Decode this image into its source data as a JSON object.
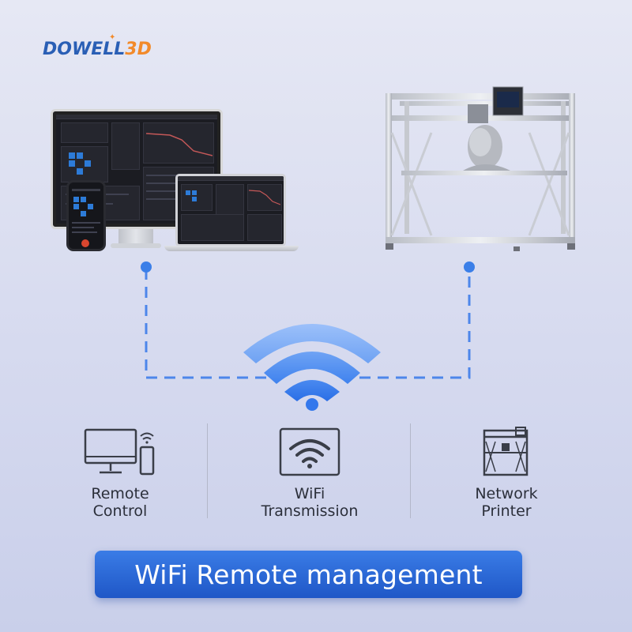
{
  "brand": {
    "logo_main": "DOWELL",
    "logo_accent": "3D",
    "accent_color": "#f28a2a",
    "primary_color": "#2a5fb5"
  },
  "diagram": {
    "line_color": "#4d86ea",
    "wifi_color": "#3b82f0"
  },
  "features": [
    {
      "label": "Remote\nControl",
      "icon": "computer-phone-wifi-icon"
    },
    {
      "label": "WiFi\nTransmission",
      "icon": "wifi-icon"
    },
    {
      "label": "Network\nPrinter",
      "icon": "printer-icon"
    }
  ],
  "banner": {
    "text": "WiFi Remote management",
    "color": "#2a66d6"
  }
}
